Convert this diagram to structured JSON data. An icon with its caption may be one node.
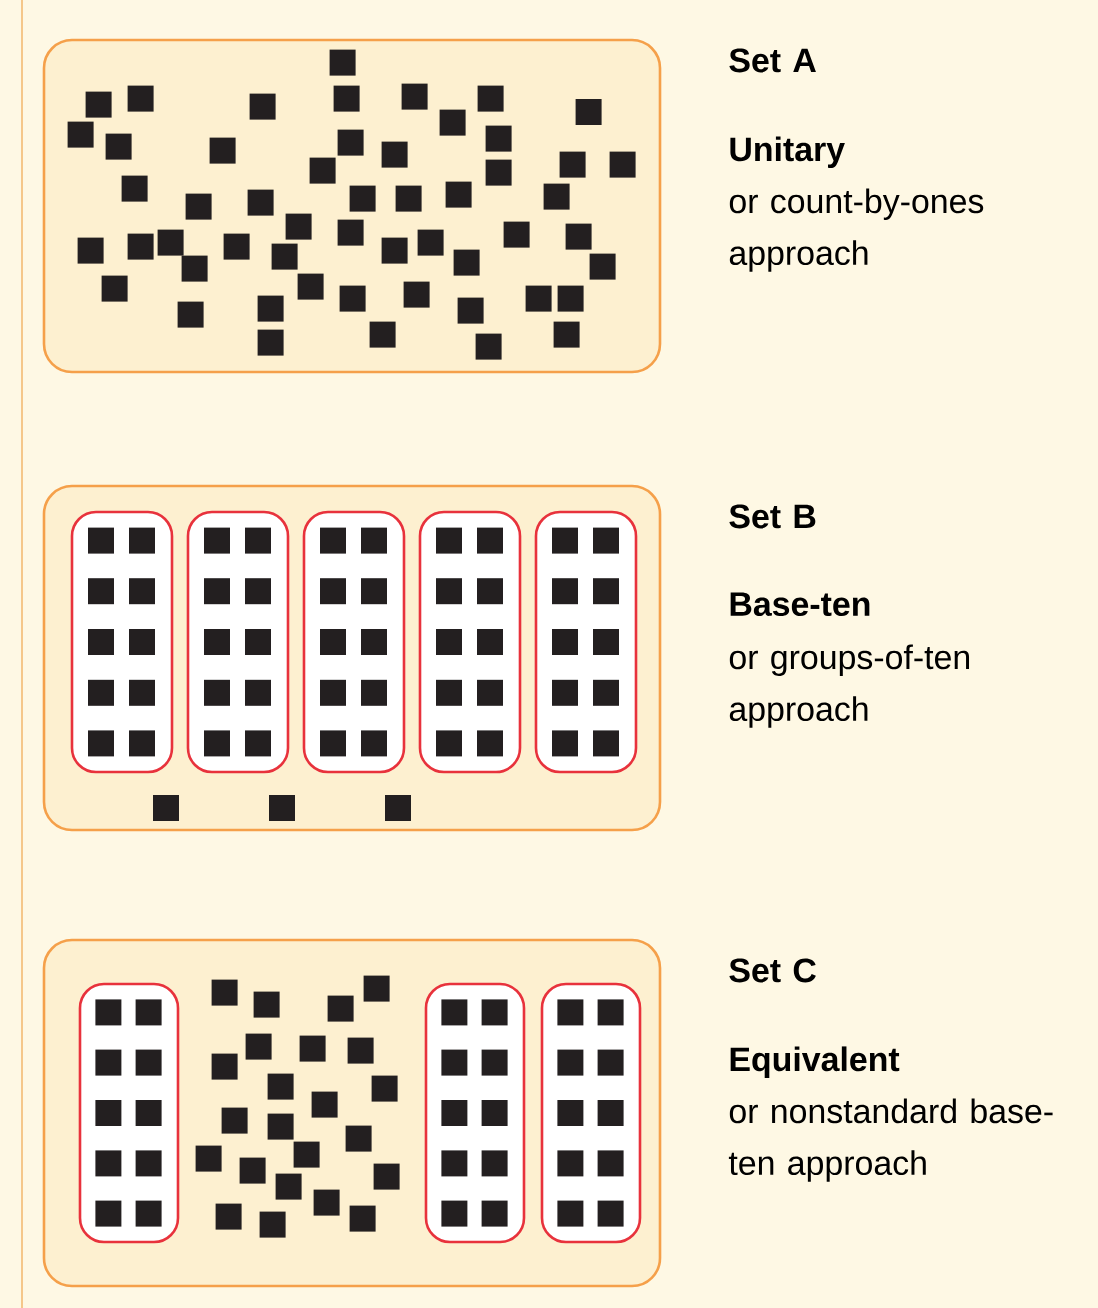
{
  "diagram": {
    "nodes": [
      {
        "text": [],
        "shape": "box",
        "beside": [
          "Set A",
          "Unitary",
          "or count-by-ones approach"
        ]
      },
      {
        "text": [],
        "shape": "box",
        "beside": [
          "Set B",
          "Base-ten",
          "or groups-of-ten approach"
        ]
      },
      {
        "text": [],
        "shape": "box",
        "in": 1
      },
      {
        "text": [],
        "shape": "box",
        "in": 1
      },
      {
        "text": [],
        "shape": "box",
        "in": 1
      },
      {
        "text": [],
        "shape": "box",
        "in": 1
      },
      {
        "text": [],
        "shape": "box",
        "in": 1
      },
      {
        "text": [],
        "shape": "box",
        "beside": [
          "Set C",
          "Equivalent",
          "or nonstandard base-ten approach"
        ]
      },
      {
        "text": [],
        "shape": "box",
        "in": 7
      },
      {
        "text": [],
        "shape": "box",
        "in": 7
      },
      {
        "text": [],
        "shape": "box",
        "in": 7
      }
    ]
  }
}
